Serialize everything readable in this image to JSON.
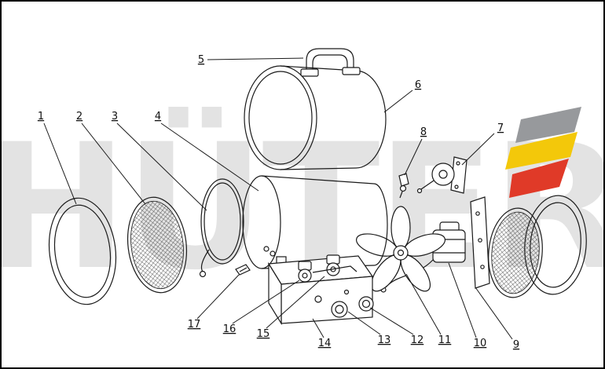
{
  "watermark": {
    "text": "HÜTER",
    "color": "#e3e3e3"
  },
  "logo": {
    "stripe_colors": {
      "top": "#97999c",
      "middle": "#f3c80a",
      "bottom": "#e03a28"
    }
  },
  "diagram": {
    "type": "exploded-parts-diagram",
    "line_color": "#1a1a1a",
    "parts": [
      {
        "label": "1"
      },
      {
        "label": "2"
      },
      {
        "label": "3"
      },
      {
        "label": "4"
      },
      {
        "label": "5"
      },
      {
        "label": "6"
      },
      {
        "label": "7"
      },
      {
        "label": "8"
      },
      {
        "label": "9"
      },
      {
        "label": "10"
      },
      {
        "label": "11"
      },
      {
        "label": "12"
      },
      {
        "label": "13"
      },
      {
        "label": "14"
      },
      {
        "label": "15"
      },
      {
        "label": "16"
      },
      {
        "label": "17"
      }
    ]
  }
}
